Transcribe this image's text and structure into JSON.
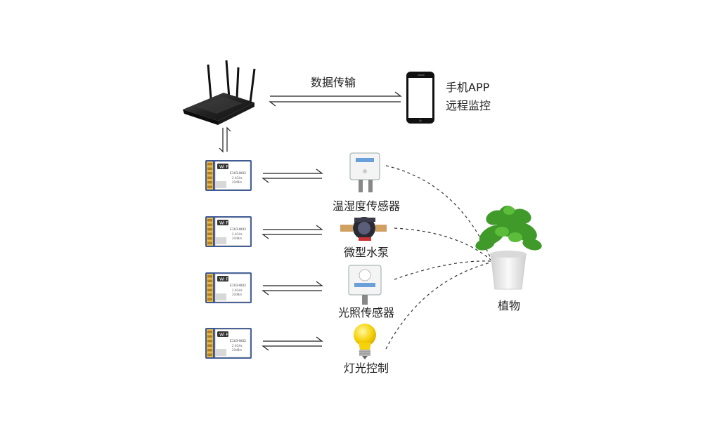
{
  "top_link": {
    "label": "数据传输"
  },
  "phone": {
    "line1": "手机APP",
    "line2": "远程监控"
  },
  "devices": [
    {
      "label": "温湿度传感器"
    },
    {
      "label": "微型水泵"
    },
    {
      "label": "光照传感器"
    },
    {
      "label": "灯光控制"
    }
  ],
  "plant": {
    "label": "植物"
  },
  "wifi_module": {
    "logo_text": "Wi Fi",
    "model": "E103-W02",
    "freq": "2.4GHz",
    "power": "20dBm"
  },
  "colors": {
    "board": "#3b5998",
    "module_body": "#ffffff",
    "pins": "#e8b84a",
    "arrow": "#222222",
    "dash": "#333333",
    "leaf": "#3f9a2a",
    "pot": "#eeeeee",
    "bulb": "#f5d20a"
  }
}
